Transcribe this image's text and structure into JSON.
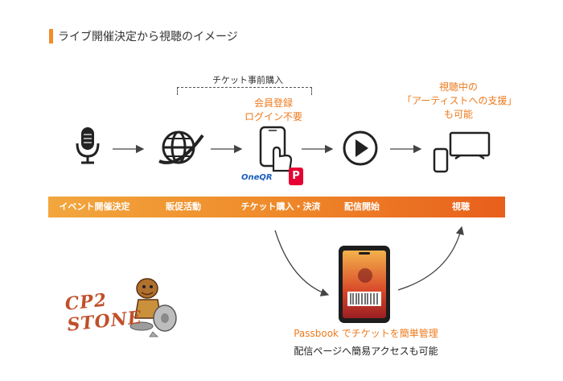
{
  "title": "ライブ開催決定から視聴のイメージ",
  "bracket_label": "チケット事前購入",
  "register_lines": [
    "会員登録",
    "ログイン不要"
  ],
  "viewing_lines": [
    "視聴中の",
    "「アーティストへの支援」",
    "も可能"
  ],
  "payment": {
    "oneqr": "OneQR",
    "pay_logo": "P"
  },
  "stages": [
    "イベント開催決定",
    "販促活動",
    "チケット購入・決済",
    "配信開始",
    "視聴"
  ],
  "passbook_line": "Passbook でチケットを簡単管理",
  "access_line": "配信ページへ簡易アクセスも可能",
  "logo": {
    "line1": "CP2",
    "line2": "STONE"
  },
  "colors": {
    "accent": "#ee7a1d",
    "timeline_start": "#f2a63d",
    "timeline_end": "#e85f1c"
  },
  "icons": [
    "microphone-icon",
    "globe-icon",
    "smartphone-tap-icon",
    "play-icon",
    "tv-and-phone-icon",
    "passbook-ticket-icon",
    "caveman-mascot-icon"
  ]
}
